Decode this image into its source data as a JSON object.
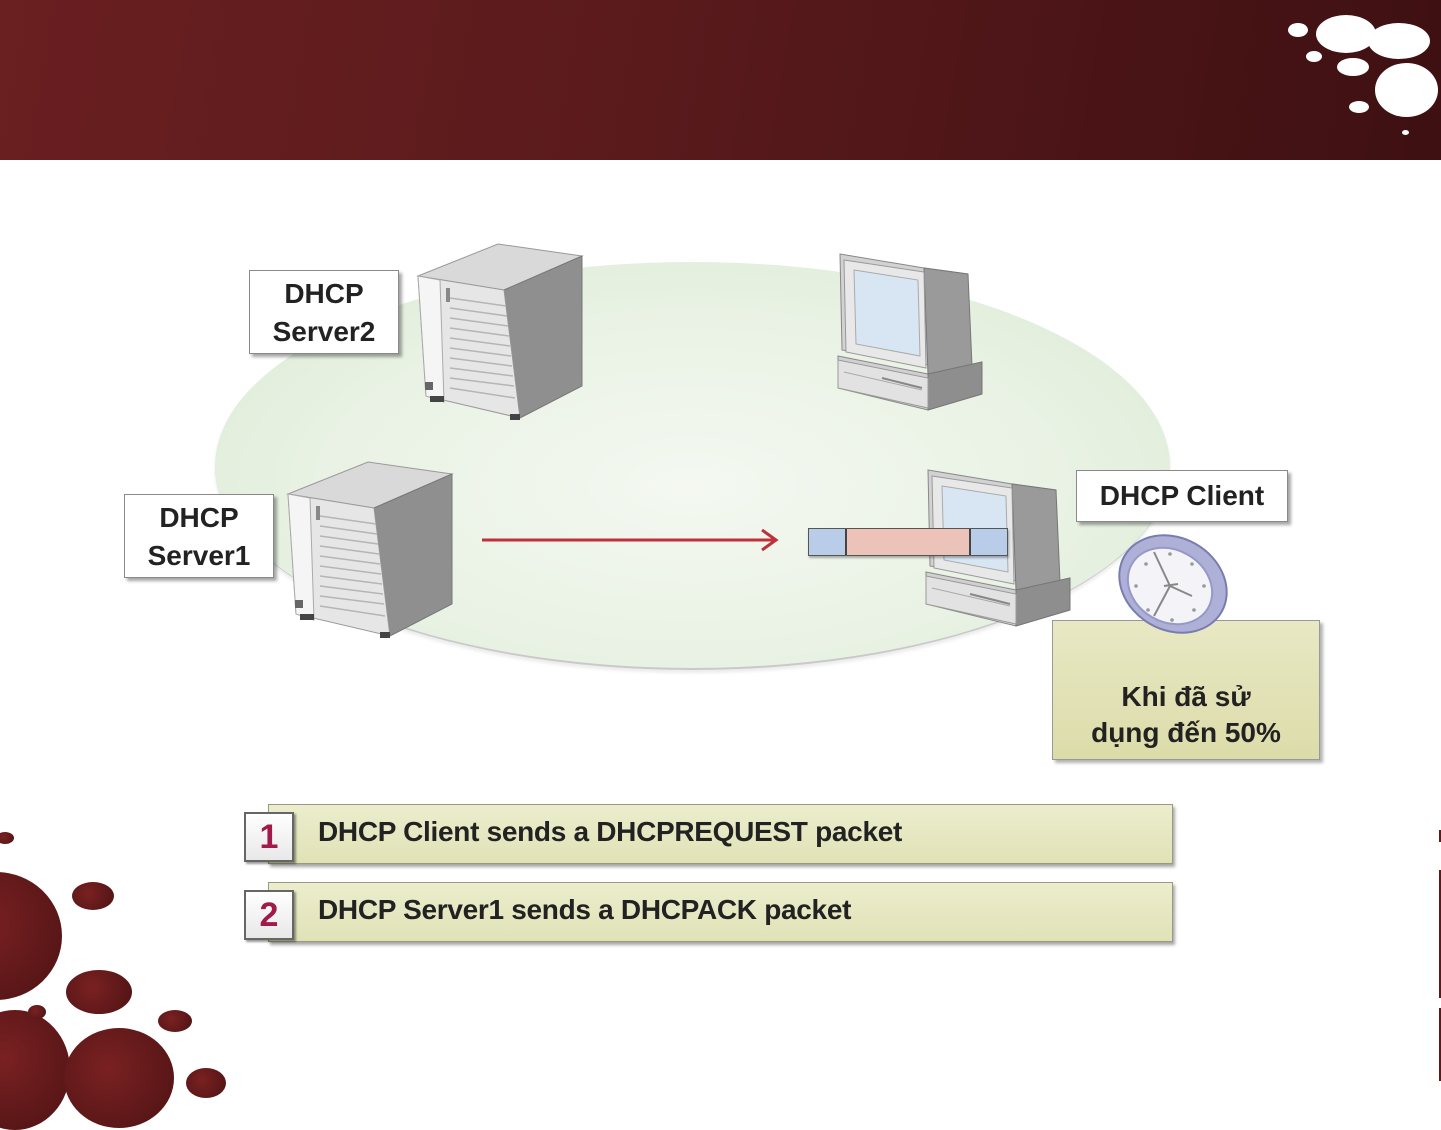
{
  "slide": {
    "header_color": "#5a1a1c",
    "accent_color": "#6a1f20"
  },
  "diagram": {
    "servers": [
      {
        "id": "server2",
        "label_line1": "DHCP",
        "label_line2": "Server2"
      },
      {
        "id": "server1",
        "label_line1": "DHCP",
        "label_line2": "Server1"
      }
    ],
    "client": {
      "label": "DHCP Client"
    },
    "other_computer": {
      "label": ""
    },
    "arrow": {
      "from": "DHCP Server1",
      "to": "DHCP Client",
      "color": "#c0303a"
    },
    "packet": {
      "colors": {
        "header": "#b9cde9",
        "body": "#ecc3b8",
        "trailer": "#b9cde9"
      }
    },
    "timer_note": {
      "line1": "Khi đã sử",
      "line2": "dụng đến 50%"
    },
    "steps": [
      {
        "number": "1",
        "text": "DHCP Client sends a DHCPREQUEST packet"
      },
      {
        "number": "2",
        "text": "DHCP Server1 sends a DHCPACK packet"
      }
    ]
  }
}
